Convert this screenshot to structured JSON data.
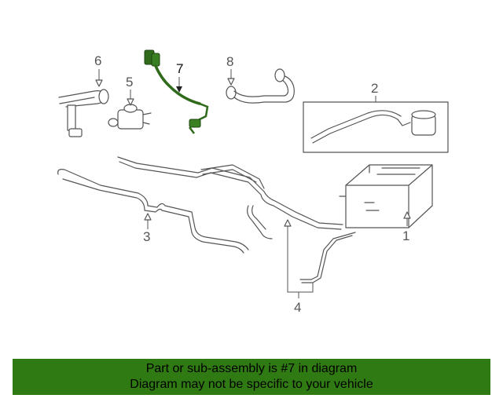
{
  "diagram": {
    "callouts": {
      "c1": "1",
      "c2": "2",
      "c3": "3",
      "c4": "4",
      "c5": "5",
      "c6": "6",
      "c7": "7",
      "c8": "8"
    },
    "highlight_part": "7",
    "colors": {
      "line": "#555555",
      "highlight_part": "#2f6b1a",
      "banner_background": "#2f7a13",
      "banner_text": "#000000"
    }
  },
  "banner": {
    "line1": "Part or sub-assembly is #7 in diagram",
    "line2": "Diagram may not be specific to your vehicle"
  }
}
